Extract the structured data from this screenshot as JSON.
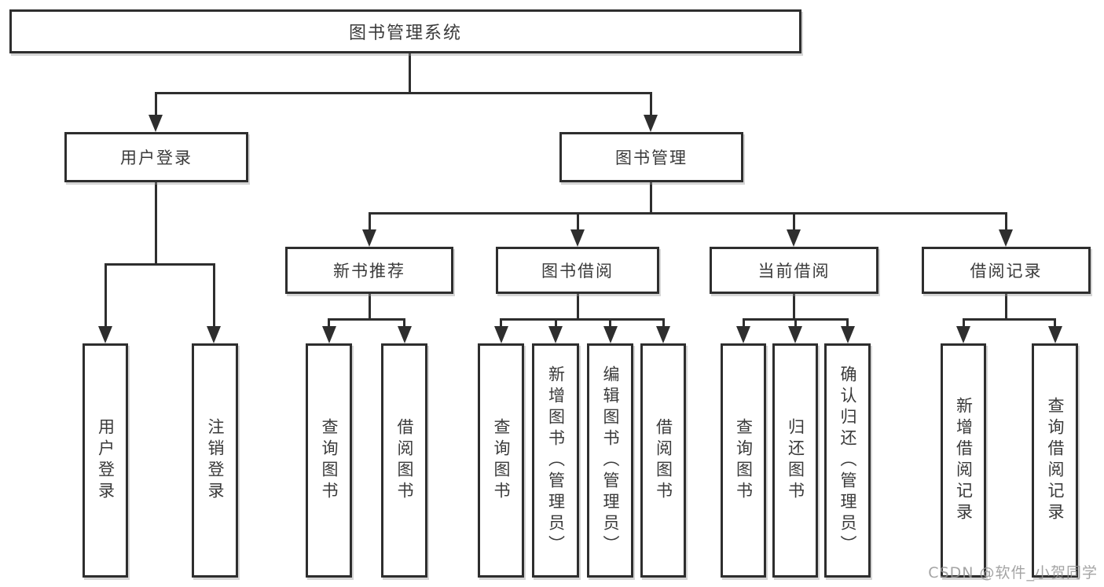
{
  "diagram": {
    "title": "图书管理系统",
    "level2": {
      "user_login": "用户登录",
      "book_mgmt": "图书管理"
    },
    "level3": {
      "new_book_rec": "新书推荐",
      "book_borrow": "图书借阅",
      "current_borrow": "当前借阅",
      "borrow_records": "借阅记录"
    },
    "leaves": {
      "user_login": "用户登录",
      "logout": "注销登录",
      "nbr_query": "查询图书",
      "nbr_borrow": "借阅图书",
      "bb_query": "查询图书",
      "bb_add": "新增图书（管理员）",
      "bb_edit": "编辑图书（管理员）",
      "bb_borrow": "借阅图书",
      "cb_query": "查询图书",
      "cb_return": "归还图书",
      "cb_confirm": "确认归还（管理员）",
      "br_add": "新增借阅记录",
      "br_query": "查询借阅记录"
    }
  },
  "watermark": "CSDN @软件_小贺同学",
  "colors": {
    "line": "#2e2e2e",
    "text": "#3a3a3a",
    "watermark": "#949494",
    "background": "#ffffff"
  }
}
